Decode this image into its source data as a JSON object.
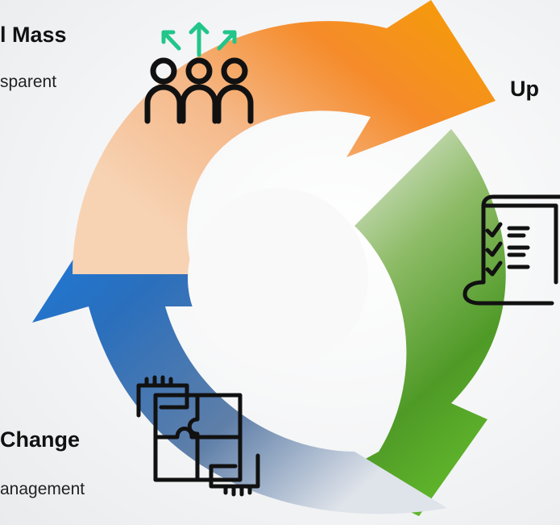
{
  "stages": [
    {
      "title": "l Mass",
      "desc": "sparent",
      "icon": "team-icon",
      "color": "#f07d1a"
    },
    {
      "title": "Up",
      "desc": "",
      "icon": "checklist-scroll-icon",
      "color": "#5aa52b"
    },
    {
      "title": "Change",
      "desc": "anagement",
      "icon": "puzzle-hands-icon",
      "color": "#1f74c9"
    }
  ],
  "colors": {
    "orange": "#f7941d",
    "green": "#4f9a27",
    "blue": "#1d6fc4",
    "icon_accent": "#22c58a"
  }
}
